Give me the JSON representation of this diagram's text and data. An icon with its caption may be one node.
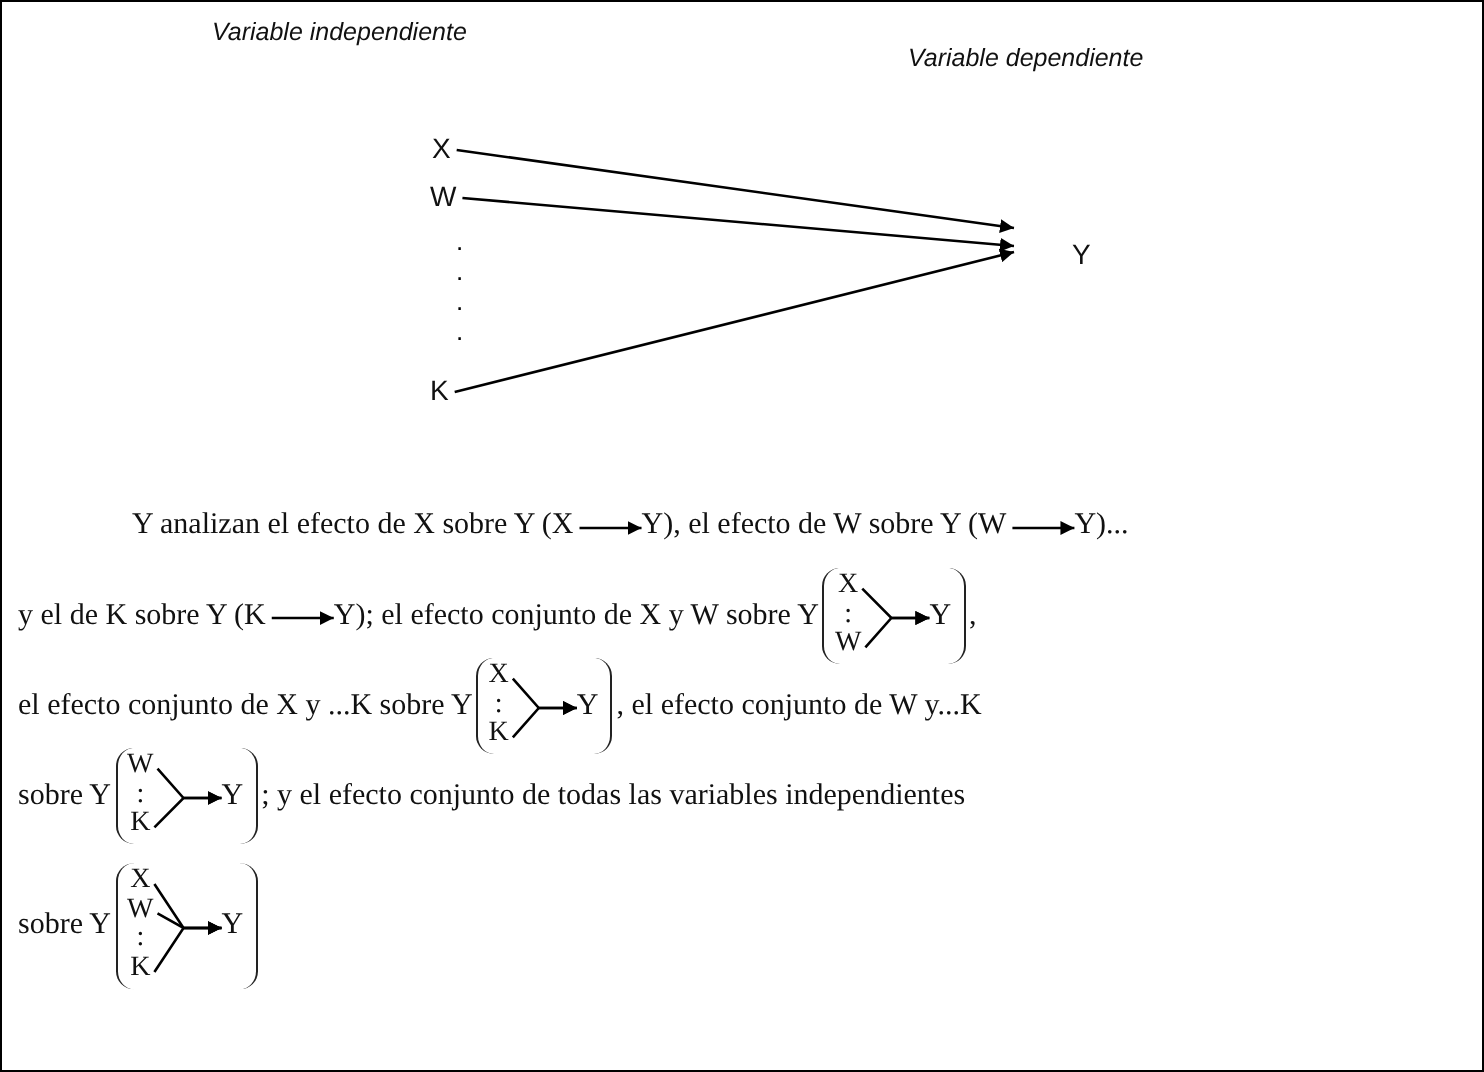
{
  "diagram": {
    "nodes": [
      {
        "text": [
          "X"
        ]
      },
      {
        "text": [
          "W"
        ]
      },
      {
        "text": [
          "K"
        ]
      },
      {
        "text": [
          "Y"
        ]
      },
      {
        "text": [
          "X"
        ]
      },
      {
        "text": [
          "Y"
        ]
      },
      {
        "text": [
          "W"
        ]
      },
      {
        "text": [
          "Y"
        ]
      },
      {
        "text": [
          "K"
        ]
      },
      {
        "text": [
          "Y"
        ]
      },
      {
        "text": [
          "X"
        ]
      },
      {
        "text": [
          "W"
        ]
      },
      {
        "text": [
          "Y"
        ]
      },
      {
        "text": [
          "X"
        ]
      },
      {
        "text": [
          "K"
        ]
      },
      {
        "text": [
          "Y"
        ]
      },
      {
        "text": [
          "W"
        ]
      },
      {
        "text": [
          "K"
        ]
      },
      {
        "text": [
          "Y"
        ]
      },
      {
        "text": [
          "X"
        ]
      },
      {
        "text": [
          "W"
        ]
      },
      {
        "text": [
          "K"
        ]
      },
      {
        "text": [
          "Y"
        ]
      }
    ],
    "edges": [
      {
        "from": 0,
        "to": 3,
        "arrow": "to"
      },
      {
        "from": 1,
        "to": 3,
        "arrow": "to"
      },
      {
        "from": 2,
        "to": 3,
        "arrow": "to"
      },
      {
        "from": 4,
        "to": 5,
        "arrow": "to"
      },
      {
        "from": 6,
        "to": 7,
        "arrow": "to"
      },
      {
        "from": 8,
        "to": 9,
        "arrow": "to"
      },
      {
        "from": 10,
        "to": 12,
        "arrow": "to"
      },
      {
        "from": 11,
        "to": 12,
        "arrow": "to"
      },
      {
        "from": 13,
        "to": 15,
        "arrow": "to"
      },
      {
        "from": 14,
        "to": 15,
        "arrow": "to"
      },
      {
        "from": 16,
        "to": 18,
        "arrow": "to"
      },
      {
        "from": 17,
        "to": 18,
        "arrow": "to"
      },
      {
        "from": 19,
        "to": 22,
        "arrow": "to"
      },
      {
        "from": 20,
        "to": 22,
        "arrow": "to"
      },
      {
        "from": 21,
        "to": 22,
        "arrow": "to"
      }
    ],
    "labels": [
      "Variable independiente",
      "Variable dependiente",
      ".",
      ".",
      ".",
      ".",
      "Y analizan el efecto de X sobre Y (",
      "), el efecto de W sobre Y (",
      ")...",
      "y el de K sobre Y (",
      "); el efecto conjunto de X y W sobre Y",
      ":",
      ",",
      "el efecto conjunto de X y ...K sobre Y",
      ":",
      ", el efecto conjunto de W y...K",
      "sobre Y",
      ":",
      "; y el efecto conjunto de todas las variables independientes",
      "sobre Y",
      ":"
    ]
  }
}
